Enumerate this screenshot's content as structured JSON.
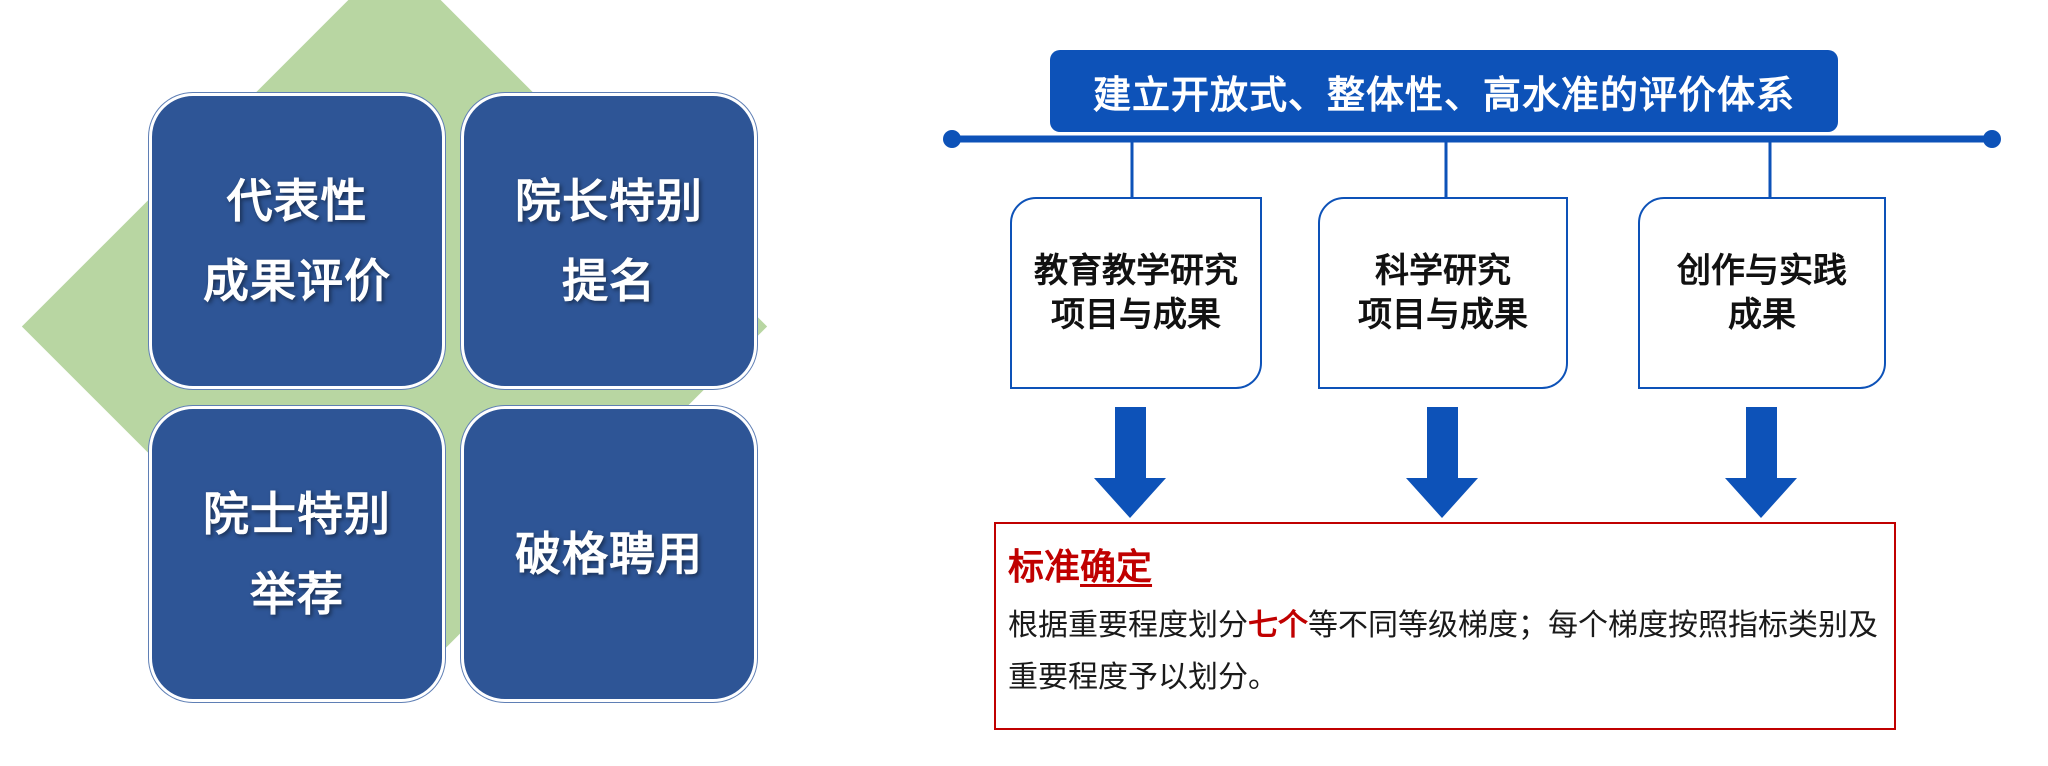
{
  "left": {
    "tiles": [
      {
        "line1": "代表性",
        "line2": "成果评价"
      },
      {
        "line1": "院长特别",
        "line2": "提名"
      },
      {
        "line1": "院士特别",
        "line2": "举荐"
      },
      {
        "line1": "破格聘用"
      }
    ],
    "colors": {
      "tile": "#2e5596",
      "diamond": "#b8d6a2"
    }
  },
  "right": {
    "header": "建立开放式、整体性、高水准的评价体系",
    "categories": [
      {
        "line1": "教育教学研究",
        "line2": "项目与成果"
      },
      {
        "line1": "科学研究",
        "line2": "项目与成果"
      },
      {
        "line1": "创作与实践",
        "line2": "成果"
      }
    ],
    "standard": {
      "title_part1": "标准",
      "title_part2": "确定",
      "text_before": "根据重要程度划分",
      "text_highlight": "七个",
      "text_after": "等不同等级梯度；每个梯度按照指标类别及重要程度予以划分。"
    },
    "colors": {
      "accent_blue": "#0d52b8",
      "accent_red": "#c00000"
    }
  }
}
